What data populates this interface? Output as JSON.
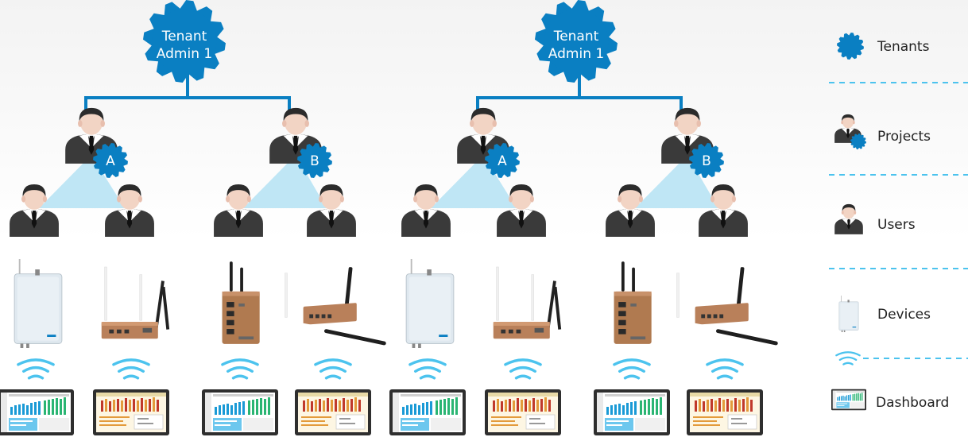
{
  "colors": {
    "primary": "#0a7fc2",
    "light_blue": "#bfe6f5",
    "dashed": "#4cc3ee",
    "person_dark": "#333333",
    "person_skin": "#f2d4c4"
  },
  "trees": [
    {
      "root_label_line1": "Tenant",
      "root_label_line2": "Admin 1",
      "projects": [
        {
          "badge": "A",
          "devices": [
            "access-point",
            "router"
          ]
        },
        {
          "badge": "B",
          "devices": [
            "industrial-box",
            "router-with-long-antenna"
          ]
        }
      ]
    },
    {
      "root_label_line1": "Tenant",
      "root_label_line2": "Admin 1",
      "projects": [
        {
          "badge": "A",
          "devices": [
            "access-point",
            "router"
          ]
        },
        {
          "badge": "B",
          "devices": [
            "industrial-box",
            "router-with-long-antenna"
          ]
        }
      ]
    }
  ],
  "legend": [
    {
      "label": "Tenants",
      "icon": "gear-icon"
    },
    {
      "label": "Projects",
      "icon": "project-icon"
    },
    {
      "label": "Users",
      "icon": "user-icon"
    },
    {
      "label": "Devices",
      "icon": "device-icon"
    },
    {
      "label": "",
      "icon": "wifi-icon"
    },
    {
      "label": "Dashboard",
      "icon": "dashboard-icon"
    }
  ]
}
